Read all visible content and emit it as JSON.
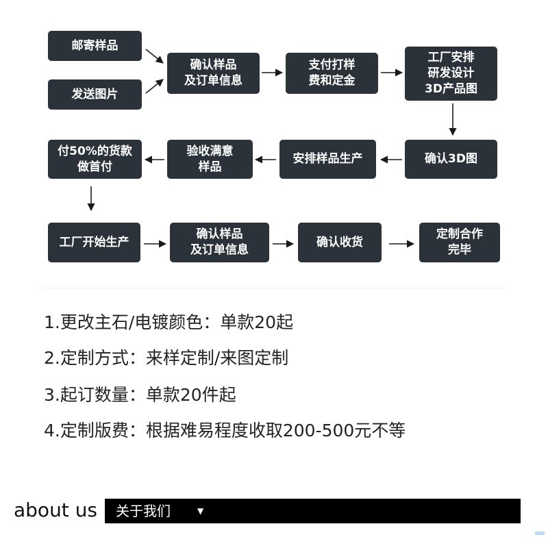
{
  "flow": {
    "node_mail_sample": "邮寄样品",
    "node_send_image": "发送图片",
    "node_confirm_sample_order_1": "确认样品\n及订单信息",
    "node_pay_fee_deposit": "支付打样\n费和定金",
    "node_factory_design": "工厂安排\n研发设计\n3D产品图",
    "node_confirm_3d": "确认3D图",
    "node_arrange_sample": "安排样品生产",
    "node_accept_sample": "验收满意\n样品",
    "node_pay_50": "付50%的货款\n做首付",
    "node_factory_production": "工厂开始生产",
    "node_confirm_sample_order_2": "确认样品\n及订单信息",
    "node_confirm_receipt": "确认收货",
    "node_complete": "定制合作\n完毕",
    "node_color": "#2b323a",
    "arrow_color": "#1a1a1a"
  },
  "notes": [
    "1.更改主石/电镀颜色：单款20起",
    "2.定制方式：来样定制/来图定制",
    "3.起订数量：单款20件起",
    "4.定制版费：根据难易程度收取200-500元不等"
  ],
  "about": {
    "label": "about us",
    "cn_label": "关于我们",
    "caret": "▼"
  }
}
